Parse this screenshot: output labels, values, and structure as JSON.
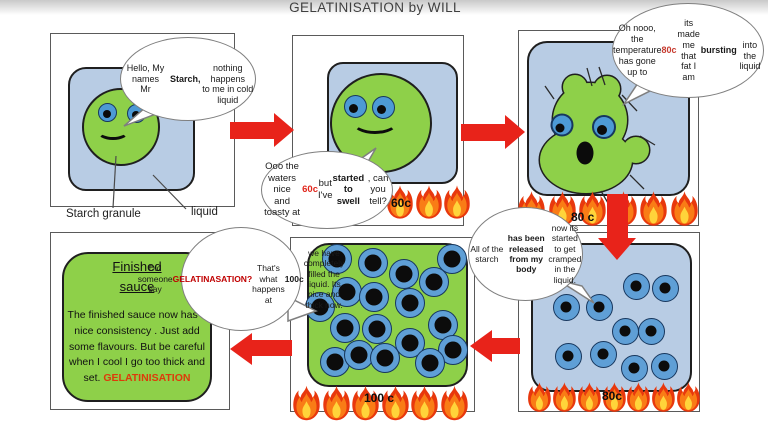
{
  "title": "GELATINISATION by WILL",
  "colors": {
    "green": "#8ed049",
    "liquid": "#b8cce4",
    "dot": "#5f9fd6",
    "eye": "#4d9ad5",
    "arrow": "#e8231a",
    "flame_red": "#e8380d",
    "flame_orange": "#f97c16",
    "flame_yellow": "#ffd43a",
    "highlight_red": "#c00000"
  },
  "panel1": {
    "bubble": [
      {
        "t": "Hello, My names\nMr "
      },
      {
        "t": "Starch,",
        "b": true
      },
      {
        "t": "\nnothing happens\nto me in cold liquid"
      }
    ],
    "label_starch": "Starch granule",
    "label_liquid": "liquid"
  },
  "panel2": {
    "bubble": [
      {
        "t": "Ooo the waters nice\nand toasty at "
      },
      {
        "t": "60c",
        "b": true,
        "c": "#e1251b"
      },
      {
        "t": " but\nI've "
      },
      {
        "t": "started to\nswell",
        "b": true
      },
      {
        "t": ", can you tell?"
      }
    ],
    "flame_label": "60c"
  },
  "panel3": {
    "bubble": [
      {
        "t": "Oh nooo, the\ntemperature has gone\nup to "
      },
      {
        "t": "80c",
        "b": true,
        "c": "#c73a2e"
      },
      {
        "t": " its made me\nthat fat I am "
      },
      {
        "t": "bursting",
        "b": true
      },
      {
        "t": "\ninto the liquid"
      }
    ],
    "flame_label": "80 c"
  },
  "panel4": {
    "bubble": [
      {
        "t": "All of the starch\n"
      },
      {
        "t": "has been\nreleased from my\nbody",
        "b": true
      },
      {
        "t": " now its\nstarted to get\ncramped in the\nliquid."
      }
    ],
    "flame_label": "80c"
  },
  "panel5": {
    "bubble": [
      {
        "t": "Did someone say\n"
      },
      {
        "t": "GELATINASATION?",
        "b": true,
        "c": "#c00000"
      },
      {
        "t": "\nThat's what happens\nat "
      },
      {
        "t": "100c",
        "b": true
      },
      {
        "t": " we have\ncompletely filled the\nliquid. Its nice and\nthick now."
      }
    ],
    "flame_label": "100 c"
  },
  "panel6": {
    "heading_line1": "Finished",
    "heading_line2": "sauce",
    "body": [
      {
        "t": "The finished sauce now has a\nnice consistency . Just add\nsome flavours. But be careful\nwhen I cool I go too thick and\nset. "
      },
      {
        "t": "GELATINISATION",
        "b": true,
        "c": "#dd3b0a"
      }
    ]
  }
}
